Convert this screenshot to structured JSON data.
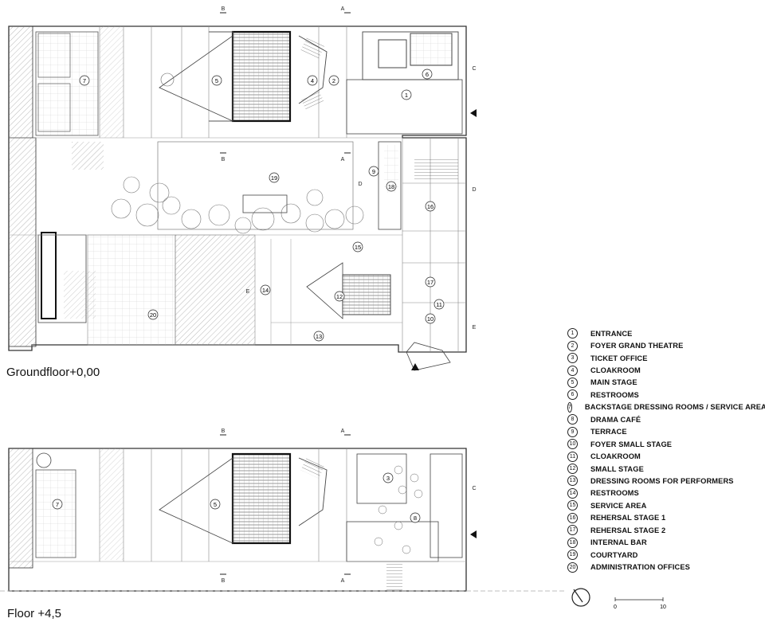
{
  "floors": [
    {
      "title": "Groundfloor+0,00"
    },
    {
      "title": "Floor +4,5"
    }
  ],
  "section_markers": [
    "A",
    "B",
    "C",
    "D",
    "E"
  ],
  "ground_room_tags": [
    "1",
    "2",
    "4",
    "5",
    "6",
    "7",
    "9",
    "10",
    "11",
    "12",
    "13",
    "14",
    "15",
    "16",
    "17",
    "18",
    "19",
    "20"
  ],
  "upper_room_tags": [
    "3",
    "5",
    "7",
    "8"
  ],
  "legend": [
    {
      "num": "1",
      "label": "ENTRANCE"
    },
    {
      "num": "2",
      "label": "FOYER GRAND THEATRE"
    },
    {
      "num": "3",
      "label": "TICKET OFFICE"
    },
    {
      "num": "4",
      "label": "CLOAKROOM"
    },
    {
      "num": "5",
      "label": "MAIN STAGE"
    },
    {
      "num": "6",
      "label": "RESTROOMS"
    },
    {
      "num": "7",
      "label": "BACKSTAGE DRESSING ROOMS / SERVICE AREA"
    },
    {
      "num": "8",
      "label": "DRAMA CAFÉ"
    },
    {
      "num": "9",
      "label": "TERRACE"
    },
    {
      "num": "10",
      "label": "FOYER SMALL STAGE"
    },
    {
      "num": "11",
      "label": "CLOAKROOM"
    },
    {
      "num": "12",
      "label": "SMALL STAGE"
    },
    {
      "num": "13",
      "label": "DRESSING ROOMS FOR PERFORMERS"
    },
    {
      "num": "14",
      "label": "RESTROOMS"
    },
    {
      "num": "15",
      "label": "SERVICE AREA"
    },
    {
      "num": "16",
      "label": "REHERSAL STAGE 1"
    },
    {
      "num": "17",
      "label": "REHERSAL STAGE 2"
    },
    {
      "num": "18",
      "label": "INTERNAL BAR"
    },
    {
      "num": "19",
      "label": "COURTYARD"
    },
    {
      "num": "20",
      "label": "ADMINISTRATION OFFICES"
    }
  ],
  "scale": {
    "start": "0",
    "end": "10"
  },
  "colors": {
    "line": "#333333",
    "hatch": "#9a9a9a",
    "light": "#bdbdbd"
  }
}
